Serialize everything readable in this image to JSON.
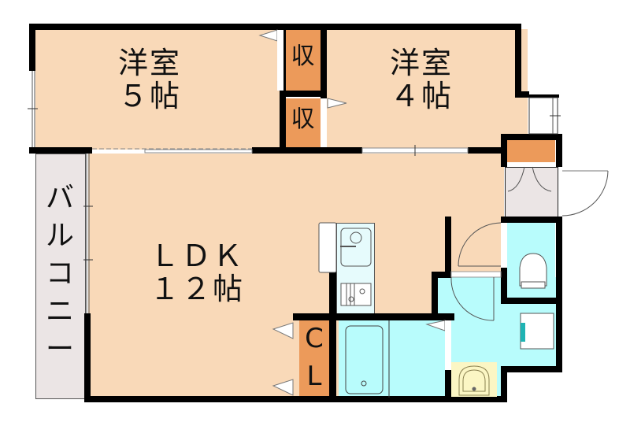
{
  "floor_plan": {
    "colors": {
      "room": "#f9d9b8",
      "storage": "#ec9a5a",
      "wet_area": "#b8fcfc",
      "balcony": "#ebe5e5",
      "entrance": "#ebe5e5",
      "washbasin": "#fbf6c4",
      "wall": "#000000"
    },
    "rooms": [
      {
        "id": "western-room-5",
        "name": "洋室",
        "size": "５帖"
      },
      {
        "id": "western-room-4",
        "name": "洋室",
        "size": "４帖"
      },
      {
        "id": "ldk",
        "name": "ＬＤＫ",
        "size": "１２帖"
      }
    ],
    "storage": [
      {
        "id": "storage-1",
        "label": "収"
      },
      {
        "id": "storage-2",
        "label": "収"
      },
      {
        "id": "closet",
        "label_top": "C",
        "label_bottom": "L"
      }
    ],
    "balcony": {
      "label": [
        "バ",
        "ル",
        "コ",
        "ニ",
        "ー"
      ]
    },
    "fixtures": [
      "kitchen-sink",
      "stove",
      "bathtub",
      "toilet",
      "washing-machine",
      "washbasin",
      "entrance-door",
      "shoe-cabinet"
    ]
  }
}
